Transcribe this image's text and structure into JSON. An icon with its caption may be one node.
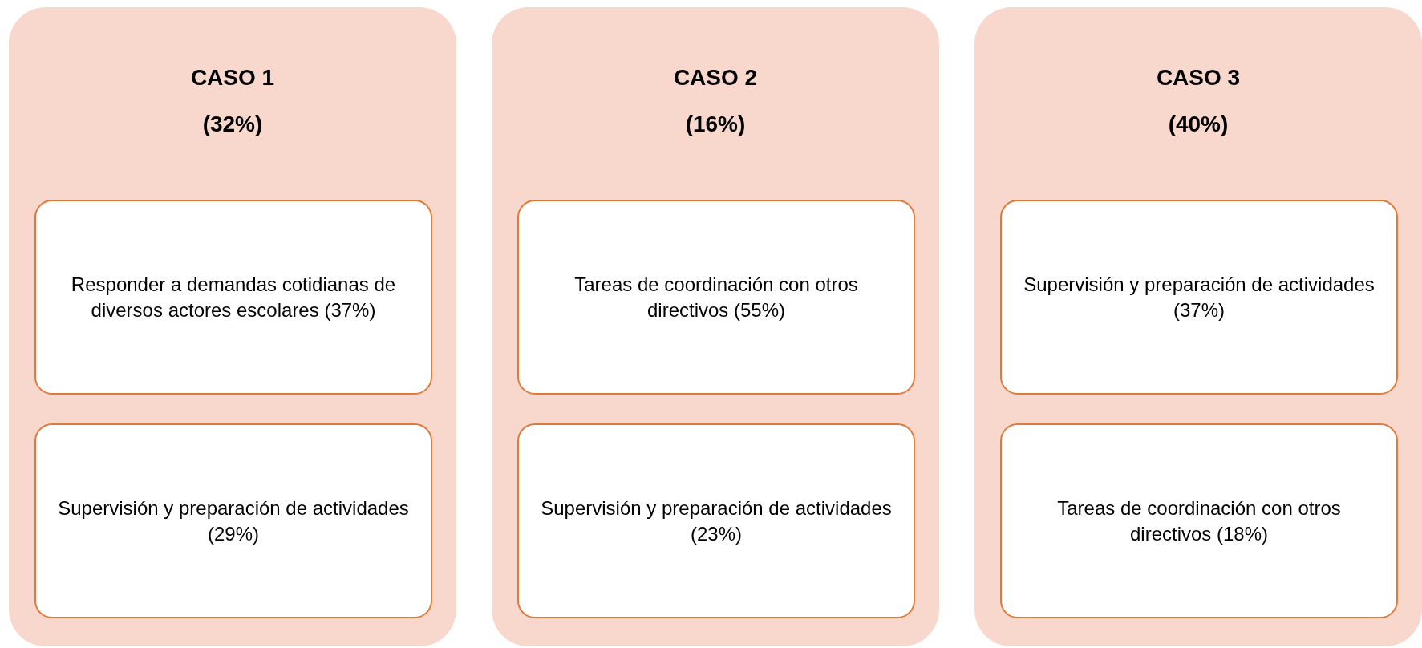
{
  "diagram": {
    "nodes": [
      {
        "text": [
          "CASO 1",
          "(32%)"
        ]
      },
      {
        "text": [
          "Responder a demandas cotidianas de diversos actores escolares (37%)"
        ],
        "in": 0
      },
      {
        "text": [
          "Supervisión y preparación de actividades (29%)"
        ],
        "in": 0
      },
      {
        "text": [
          "CASO 2",
          "(16%)"
        ]
      },
      {
        "text": [
          "Tareas de coordinación con otros directivos (55%)"
        ],
        "in": 3
      },
      {
        "text": [
          "Supervisión y preparación de actividades (23%)"
        ],
        "in": 3
      },
      {
        "text": [
          "CASO 3",
          "(40%)"
        ]
      },
      {
        "text": [
          "Supervisión y preparación de actividades (37%)"
        ],
        "in": 6
      },
      {
        "text": [
          "Tareas de coordinación con otros directivos (18%)"
        ],
        "in": 6
      }
    ]
  }
}
